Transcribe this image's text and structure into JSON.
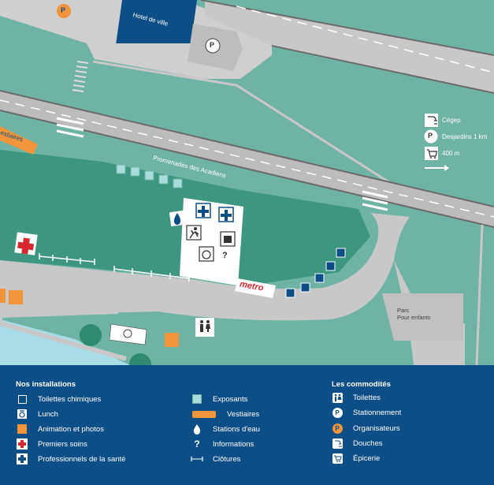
{
  "map": {
    "labels": {
      "hotel": "Hotel de ville",
      "street": "Promenades des Acadiens",
      "vestiaires_tag": "estiaires",
      "brand": "metro",
      "parc": "Parc",
      "parc_sub": "Pour enfants"
    },
    "directions": [
      {
        "icon": "shower-icon",
        "label": "Cégep"
      },
      {
        "icon": "parking-icon",
        "label": "Desjardins 1 km",
        "glyph": "P"
      },
      {
        "icon": "cart-icon",
        "label": "400 m"
      }
    ],
    "booth_glyphs": {
      "question": "?",
      "parking": "P"
    }
  },
  "legend": {
    "installations_title": "Nos installations",
    "commodites_title": "Les commodités",
    "installations": [
      {
        "icon": "chemical-toilet-icon",
        "label": "Toilettes chimiques"
      },
      {
        "icon": "lunch-icon",
        "label": "Lunch"
      },
      {
        "icon": "animation-photo-icon",
        "label": "Animation et photos"
      },
      {
        "icon": "first-aid-icon",
        "label": "Premiers soins"
      },
      {
        "icon": "health-pro-icon",
        "label": "Professionnels de la santé"
      }
    ],
    "middle": [
      {
        "icon": "exhibitor-icon",
        "label": "Exposants"
      },
      {
        "icon": "locker-room-icon",
        "label": "Vestiaires"
      },
      {
        "icon": "water-station-icon",
        "label": "Stations d'eau"
      },
      {
        "icon": "info-icon",
        "label": "Informations",
        "glyph": "?"
      },
      {
        "icon": "fence-icon",
        "label": "Clôtures"
      }
    ],
    "commodites": [
      {
        "icon": "toilet-icon",
        "label": "Toilettes"
      },
      {
        "icon": "parking-icon",
        "label": "Stationnement",
        "glyph": "P"
      },
      {
        "icon": "organizer-icon",
        "label": "Organisateurs",
        "glyph": "P"
      },
      {
        "icon": "shower-icon",
        "label": "Douches"
      },
      {
        "icon": "grocery-icon",
        "label": "Épicerie"
      }
    ]
  },
  "colors": {
    "grass": "#6fb3a4",
    "dark_grass": "#3f9680",
    "road": "#c8c8c8",
    "navy": "#0e4e86",
    "orange": "#f2943a",
    "red": "#d7282f"
  }
}
